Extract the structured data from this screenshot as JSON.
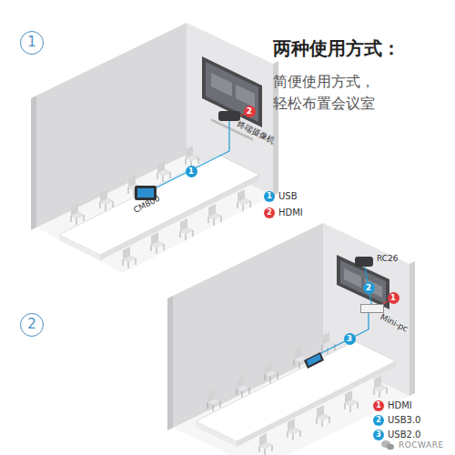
{
  "diagram": {
    "title": "两种使用方式：",
    "caption": "简便使用方式， 轻松布置会议室",
    "nodes": [
      {
        "text": [
          "CM800"
        ]
      },
      {
        "text": [
          "终端摄像机"
        ]
      },
      {
        "text": [
          "RC26"
        ]
      },
      {
        "text": [
          "Mini-pc"
        ]
      }
    ],
    "edges": [
      {
        "from": 0,
        "to": 1,
        "arrow": "none",
        "label": "1"
      },
      {
        "from": 3,
        "to": 2,
        "arrow": "none",
        "label": "2"
      }
    ],
    "labels": [
      "1",
      "2",
      "2",
      "1",
      "2",
      "1",
      "3",
      "1",
      "2",
      "3",
      "ROCWARE"
    ],
    "legend": [
      {
        "text": "USB",
        "color": "#1e9bd7"
      },
      {
        "text": "HDMI",
        "color": "#e4393c"
      },
      {
        "text": "HDMI",
        "color": "#e4393c"
      },
      {
        "text": "USB3.0",
        "color": "#1e9bd7"
      },
      {
        "text": "USB2.0",
        "color": "#1e9bd7"
      }
    ]
  }
}
